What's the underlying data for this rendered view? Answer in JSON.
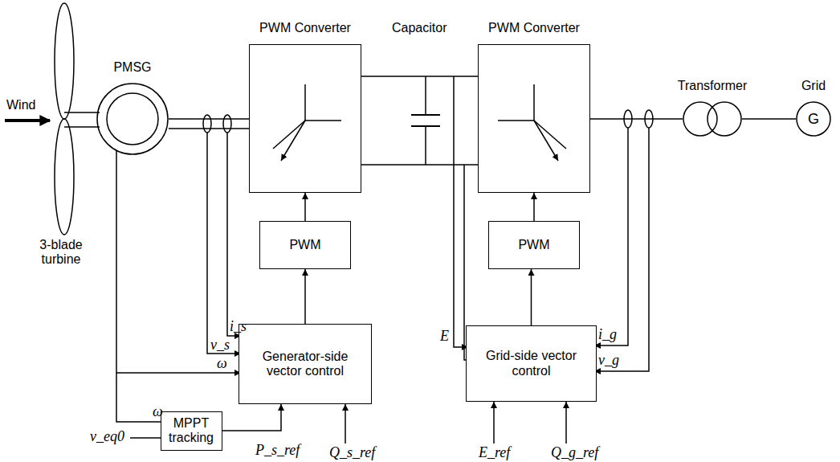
{
  "diagram": {
    "nodes": [
      {
        "text": [
          "PMSG"
        ]
      },
      {
        "text": [
          "PWM Converter"
        ]
      },
      {
        "text": [
          "PWM Converter"
        ]
      },
      {
        "text": [
          "Transformer"
        ]
      },
      {
        "text": [
          "Grid",
          "G"
        ]
      },
      {
        "text": [
          "PWM"
        ]
      },
      {
        "text": [
          "PWM"
        ]
      },
      {
        "text": [
          "Generator-side vector control"
        ]
      },
      {
        "text": [
          "Grid-side vector control"
        ]
      },
      {
        "text": [
          "MPPT tracking"
        ]
      }
    ],
    "edges": [
      {
        "from": 0,
        "to": 1,
        "arrow": "none"
      },
      {
        "from": 1,
        "to": 2,
        "arrow": "none"
      },
      {
        "from": 2,
        "to": 3,
        "arrow": "none"
      },
      {
        "from": 3,
        "to": 4,
        "arrow": "none"
      },
      {
        "from": 5,
        "to": 1,
        "arrow": "to"
      },
      {
        "from": 7,
        "to": 5,
        "arrow": "to"
      },
      {
        "from": 6,
        "to": 2,
        "arrow": "to"
      },
      {
        "from": 8,
        "to": 6,
        "arrow": "to"
      },
      {
        "from": 9,
        "to": 7,
        "arrow": "to"
      }
    ],
    "labels": [
      "Wind",
      "3-blade turbine",
      "Capacitor",
      "i_s",
      "v_s",
      "ω",
      "ω",
      "v_eq0",
      "P_s_ref",
      "Q_s_ref",
      "E",
      "i_g",
      "v_g",
      "E_ref",
      "Q_g_ref"
    ]
  }
}
